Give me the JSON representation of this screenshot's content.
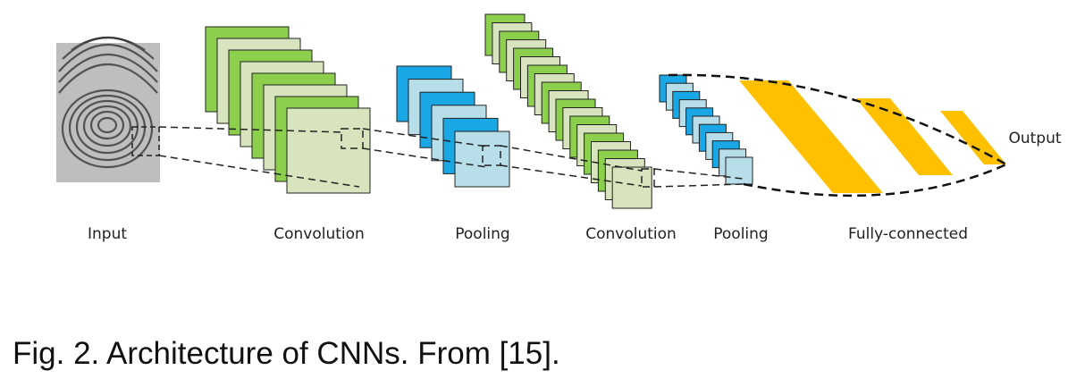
{
  "figure": {
    "labels": {
      "input": "Input",
      "conv1": "Convolution",
      "pool1": "Pooling",
      "conv2": "Convolution",
      "pool2": "Pooling",
      "fc": "Fully-connected",
      "output": "Output"
    },
    "caption": "Fig. 2. Architecture of CNNs. From [15].",
    "colors": {
      "conv_dark": "#8ccf4d",
      "conv_light": "#d7e4bd",
      "pool_dark": "#1aa7e6",
      "pool_light": "#b8dfe9",
      "fc": "#ffc000",
      "edge": "#222222"
    },
    "icons": {
      "input": "fingerprint-image"
    }
  }
}
